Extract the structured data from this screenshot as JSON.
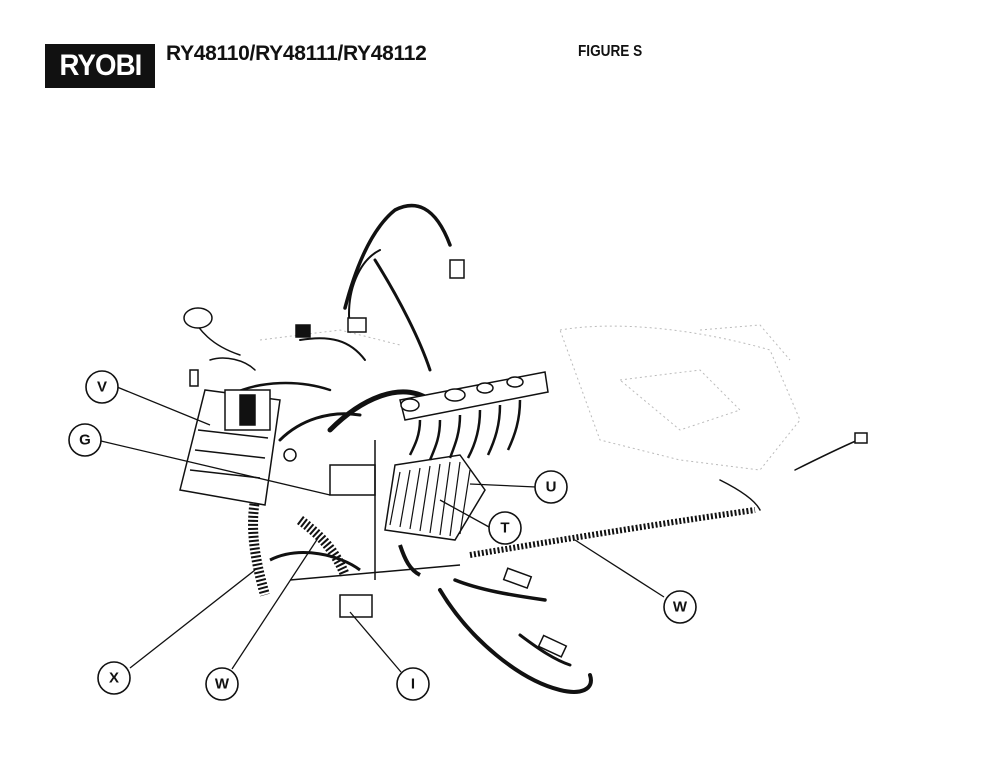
{
  "header": {
    "brand": "RYOBI",
    "model": "RY48110/RY48111/RY48112",
    "figure": "FIGURE S"
  },
  "callouts": [
    {
      "id": "V",
      "label": "V"
    },
    {
      "id": "G",
      "label": "G"
    },
    {
      "id": "U",
      "label": "U"
    },
    {
      "id": "T",
      "label": "T"
    },
    {
      "id": "W1",
      "label": "W"
    },
    {
      "id": "X",
      "label": "X"
    },
    {
      "id": "W2",
      "label": "W"
    },
    {
      "id": "I",
      "label": "I"
    }
  ],
  "colors": {
    "ink": "#111111",
    "paper": "#ffffff",
    "faint": "#bbbbbb"
  }
}
